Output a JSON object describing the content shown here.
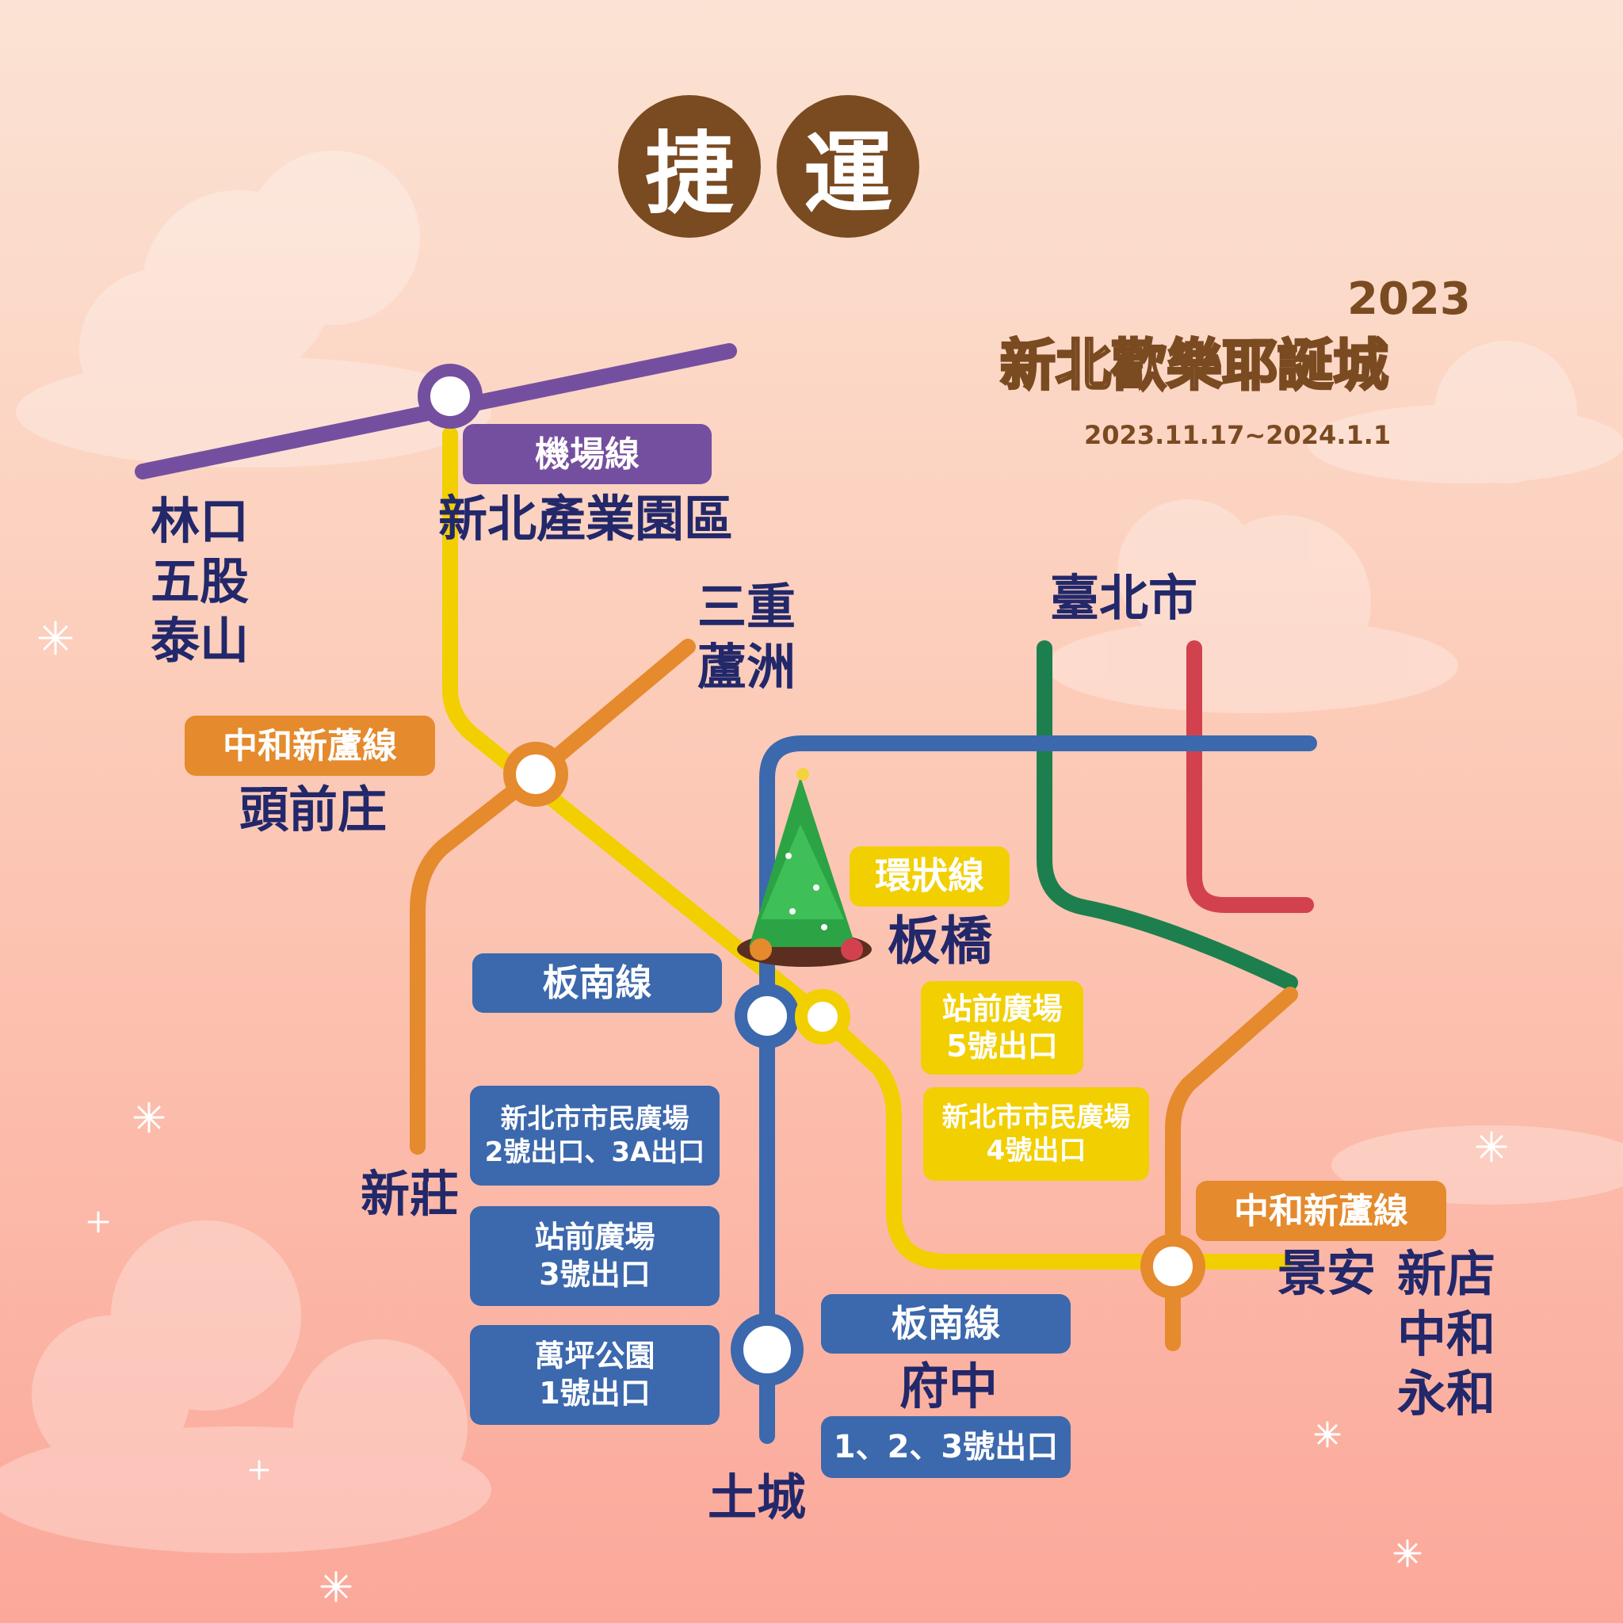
{
  "title": {
    "chars": [
      "捷",
      "運"
    ]
  },
  "colors": {
    "airport": "#754f9f",
    "circular": "#f2cf00",
    "zhonghe": "#e58a2d",
    "bannan": "#3c68ad",
    "green": "#1d7f4e",
    "red": "#d2414e",
    "text": "#22286a"
  },
  "event": {
    "name": "新北歡樂耶誕城",
    "year": "2023",
    "dates": "2023.11.17~2024.1.1"
  },
  "line_tags": {
    "airport": "機場線",
    "zhonghe_left": "中和新蘆線",
    "circular": "環狀線",
    "bannan_top": "板南線",
    "bannan_bottom": "板南線",
    "zhonghe_right": "中和新蘆線"
  },
  "stations": {
    "linkou": "林口\n五股\n泰山",
    "industrial": "新北產業園區",
    "sanchong": "三重\n蘆洲",
    "taipei": "臺北市",
    "touqianzhuang": "頭前庄",
    "banqiao": "板橋",
    "xinzhuang": "新莊",
    "fuzhong": "府中",
    "tucheng": "土城",
    "jingan": "景安",
    "xindian": "新店\n中和\n永和"
  },
  "exits": {
    "station_front_5": "站前廣場\n5號出口",
    "plaza_4": "新北市市民廣場\n4號出口",
    "plaza_2_3a": "新北市市民廣場\n2號出口、3A出口",
    "station_front_3": "站前廣場\n3號出口",
    "wanping_1": "萬坪公園\n1號出口",
    "fuzhong_exits": "1、2、3號出口"
  },
  "icons": [
    "christmas-tree-icon",
    "snowflake-icon",
    "cloud-decoration"
  ]
}
